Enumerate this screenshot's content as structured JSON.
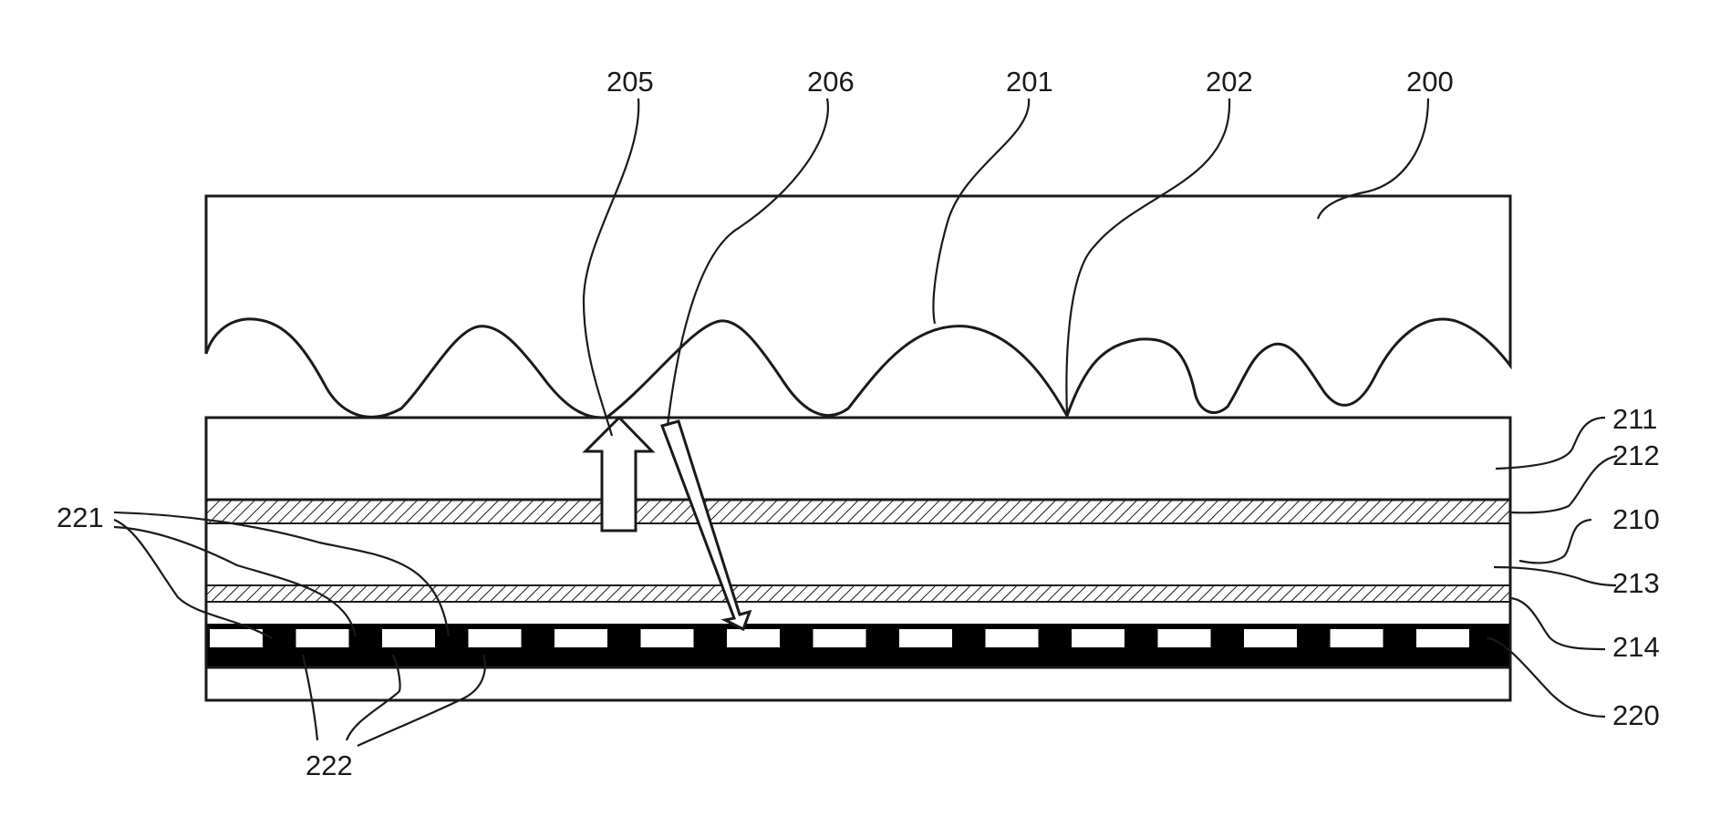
{
  "labels": {
    "l200": "200",
    "l201": "201",
    "l202": "202",
    "l205": "205",
    "l206": "206",
    "l210": "210",
    "l211": "211",
    "l212": "212",
    "l213": "213",
    "l214": "214",
    "l220": "220",
    "l221": "221",
    "l222": "222"
  },
  "colors": {
    "stroke": "#1a1a1a",
    "fill": "#ffffff",
    "dark": "#000000"
  }
}
